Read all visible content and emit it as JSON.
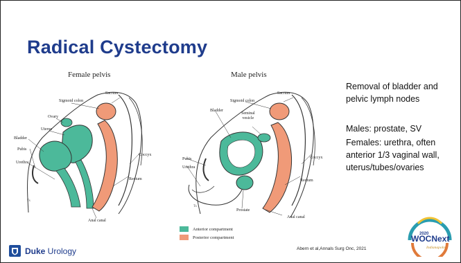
{
  "slide": {
    "title": "Radical Cystectomy",
    "figures": {
      "female_label": "Female pelvis",
      "male_label": "Male pelvis",
      "female_labels": {
        "sigmoid": "Sigmoid colon",
        "sacrum": "Sacrum",
        "ovary": "Ovary",
        "uterus": "Uterus",
        "bladder": "Bladder",
        "pubis": "Pubis",
        "urethra": "Urethra",
        "coccyx": "Coccyx",
        "rectum": "Rectum",
        "anal": "Anal canal"
      },
      "male_labels": {
        "sigmoid": "Sigmoid colon",
        "sacrum": "Sacrum",
        "bladder": "Bladder",
        "seminal": "Seminal\nvesicle",
        "pubis": "Pubis",
        "urethra": "Urethra",
        "coccyx": "Coccyx",
        "rectum": "Rectum",
        "prostate": "Prostate",
        "anal": "Anal canal"
      },
      "legend": [
        {
          "label": "Anterior compartment",
          "color": "#4cb99a"
        },
        {
          "label": "Posterior compartment",
          "color": "#f09a78"
        }
      ]
    },
    "bullets": {
      "line1a": "Removal of bladder and",
      "line1b": "pelvic lymph nodes",
      "line2": "Males: prostate, SV",
      "line3a": "Females: urethra, often",
      "line3b": "anterior 1/3 vaginal wall,",
      "line3c": "uterus/tubes/ovaries"
    },
    "footer": {
      "logo_bold": "Duke",
      "logo_rest": " Urology",
      "citation": "Abern et al,Annals Surg Onc, 2021",
      "event_logo": "WOCNext",
      "event_year": "2020",
      "event_city": "Indianapolis"
    },
    "colors": {
      "title": "#1f3c8c",
      "anterior": "#4cb99a",
      "posterior": "#f09a78"
    }
  }
}
